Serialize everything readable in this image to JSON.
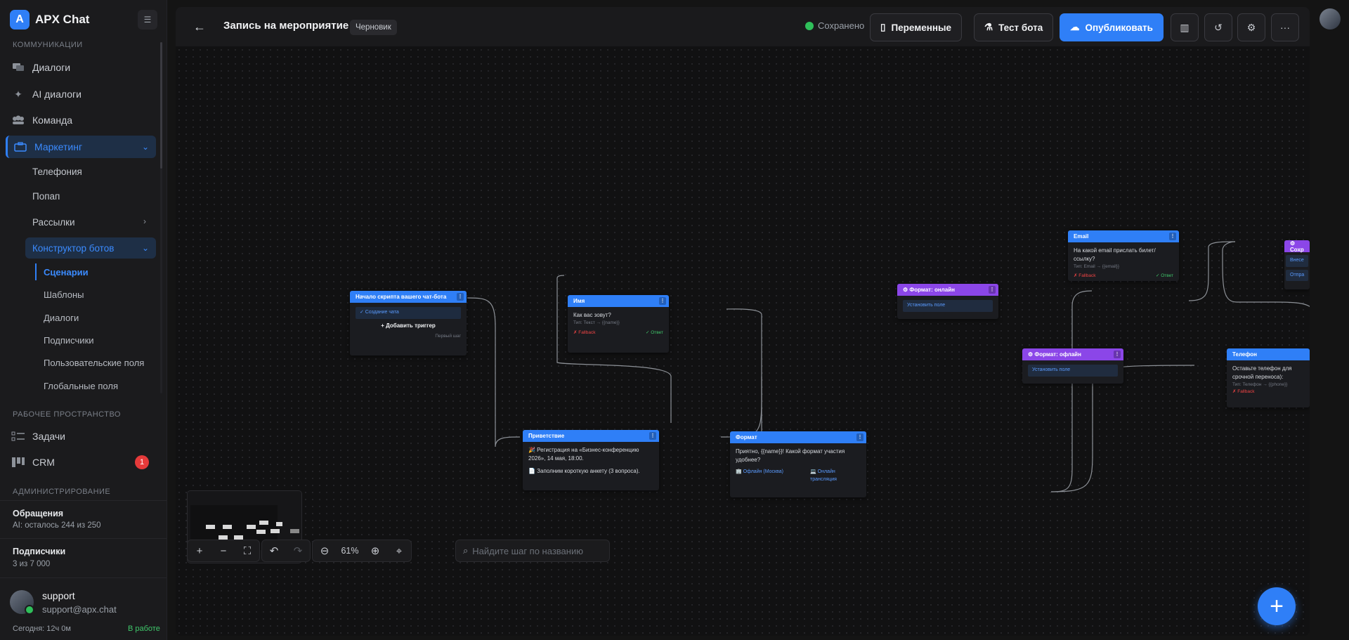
{
  "app": {
    "name": "APX Chat",
    "logo_letter": "A"
  },
  "sidebar": {
    "sections": {
      "communications": "КОММУНИКАЦИИ",
      "workspace": "РАБОЧЕЕ ПРОСТРАНСТВО",
      "admin": "АДМИНИСТРИРОВАНИЕ"
    },
    "items": [
      {
        "label": "Диалоги",
        "icon": "chat-icon"
      },
      {
        "label": "AI диалоги",
        "icon": "sparkle-icon"
      },
      {
        "label": "Команда",
        "icon": "team-icon"
      },
      {
        "label": "Маркетинг",
        "icon": "briefcase-icon"
      }
    ],
    "marketing_sub": [
      "Телефония",
      "Попап",
      "Рассылки"
    ],
    "bot_builder": "Конструктор ботов",
    "bot_builder_sub": [
      "Сценарии",
      "Шаблоны",
      "Диалоги",
      "Подписчики",
      "Пользовательские поля",
      "Глобальные поля"
    ],
    "tasks": "Задачи",
    "crm": "CRM",
    "crm_badge": "1",
    "stats": {
      "appeals_label": "Обращения",
      "appeals_value": "AI: осталось 244 из 250",
      "subs_label": "Подписчики",
      "subs_value": "3 из 7 000"
    },
    "user": {
      "name": "support",
      "email": "support@apx.chat"
    },
    "today": "Сегодня: 12ч 0м",
    "status": "В работе"
  },
  "header": {
    "title": "Запись на мероприятие",
    "badge": "Черновик",
    "saved": "Сохранено",
    "variables": "Переменные",
    "test": "Тест бота",
    "publish": "Опубликовать"
  },
  "nodes": {
    "start": {
      "title": "Начало скрипта вашего чат-бота",
      "trigger": "✓ Создание чата",
      "add": "+ Добавить триггер",
      "foot": "Первый шаг"
    },
    "name": {
      "title": "Имя",
      "q": "Как вас зовут?",
      "type": "Тип: Текст → {{name}}",
      "fallback": "✗ Fallback",
      "answer": "✓ Ответ"
    },
    "greeting": {
      "title": "Приветствие",
      "l1": "🎉 Регистрация на «Бизнес-конференцию 2026», 14 мая, 18:00.",
      "l2": "📄 Заполним короткую анкету (3 вопроса)."
    },
    "format": {
      "title": "Формат",
      "q": "Приятно, {{name}}! Какой формат участия удобнее?",
      "opt1": "🏢 Офлайн (Москва)",
      "opt2": "💻 Онлайн трансляция"
    },
    "online": {
      "title": "⚙ Формат: онлайн",
      "chip": "Установить поле"
    },
    "offline": {
      "title": "⚙ Формат: офлайн",
      "chip": "Установить поле"
    },
    "email": {
      "title": "Email",
      "q": "На какой email прислать билет/ссылку?",
      "type": "Тип: Email → {{email}}",
      "fallback": "✗ Fallback",
      "answer": "✓ Ответ"
    },
    "phone": {
      "title": "Телефон",
      "q": "Оставьте телефон для срочной переноса):",
      "type": "Тип: Телефон → {{phone}}",
      "fallback": "✗ Fallback"
    },
    "save": {
      "title": "⚙ Сохр",
      "chip1": "Внесе",
      "chip2": "Отпра"
    }
  },
  "toolbar": {
    "zoom": "61%",
    "search_placeholder": "Найдите шаг по названию"
  },
  "colors": {
    "accent": "#2f7ff7",
    "purple": "#8b46e8",
    "bg": "#141414",
    "success": "#2fbf5a",
    "danger": "#ef4444"
  }
}
